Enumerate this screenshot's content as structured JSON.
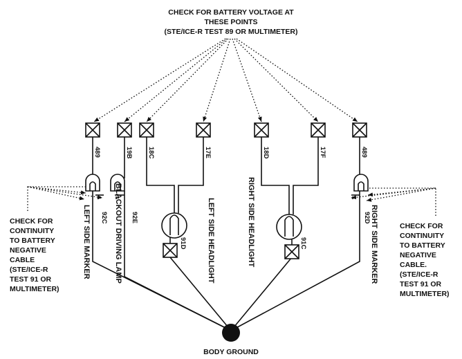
{
  "callouts": {
    "top": [
      "CHECK FOR BATTERY VOLTAGE AT",
      "THESE POINTS",
      "(STE/ICE-R TEST 89 OR MULTIMETER)"
    ],
    "left": [
      "CHECK FOR",
      "CONTINUITY",
      "TO BATTERY",
      "NEGATIVE",
      "CABLE",
      "(STE/ICE-R",
      "TEST 91 OR",
      "MULTIMETER)"
    ],
    "right": [
      "CHECK FOR",
      "CONTINUITY",
      "TO BATTERY",
      "NEGATIVE",
      "CABLE.",
      "(STE/ICE-R",
      "TEST 91 OR",
      "MULTIMETER)"
    ]
  },
  "wires": {
    "w489_left": "489",
    "w19B": "19B",
    "w18C": "18C",
    "w17E": "17E",
    "w18D": "18D",
    "w17F": "17F",
    "w489_right": "489",
    "w92C": "92C",
    "w92E": "92E",
    "w91D": "91D",
    "w91C": "91C",
    "w92D": "92D"
  },
  "components": {
    "left_marker": "LEFT SIDE MARKER",
    "blackout_lamp": "BLACKOUT DRIVING LAMP",
    "left_headlight": "LEFT SIDE HEADLIGHT",
    "right_headlight": "RIGHT SIDE HEADLIGHT",
    "right_marker": "RIGHT SIDE MARKER"
  },
  "ground": "BODY GROUND"
}
